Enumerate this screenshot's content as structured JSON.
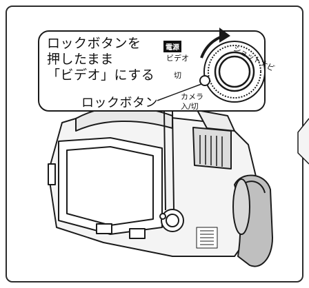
{
  "callout": {
    "instruction_lines": [
      "ロックボタンを",
      "押したまま",
      "「ビデオ」にする"
    ],
    "lock_button_label": "ロックボタン"
  },
  "dial": {
    "power_label": "電源",
    "video_label": "ビデオ",
    "off_label": "切",
    "camera_label": "カメラ",
    "on_off_label": "入/切",
    "shot_navi_label": "ショットナビ"
  },
  "colors": {
    "line": "#1a1a1a",
    "background": "#ffffff",
    "badge": "#111111"
  }
}
